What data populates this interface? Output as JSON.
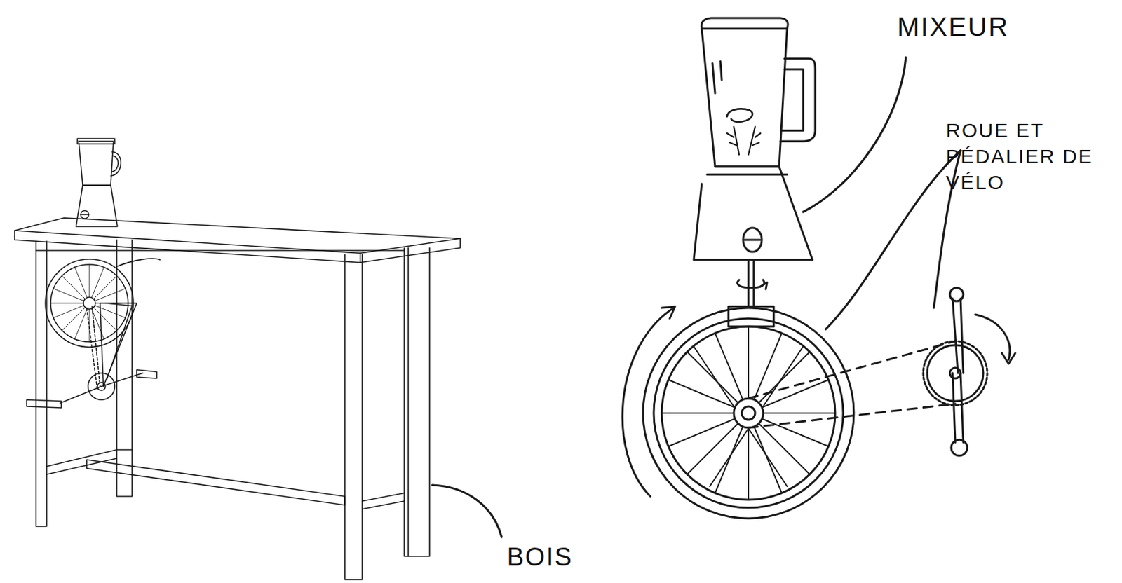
{
  "diagram": {
    "labels": [
      "MIXEUR",
      "ROUE ET PÉDALIER DE VÉLO",
      "BOIS"
    ]
  }
}
